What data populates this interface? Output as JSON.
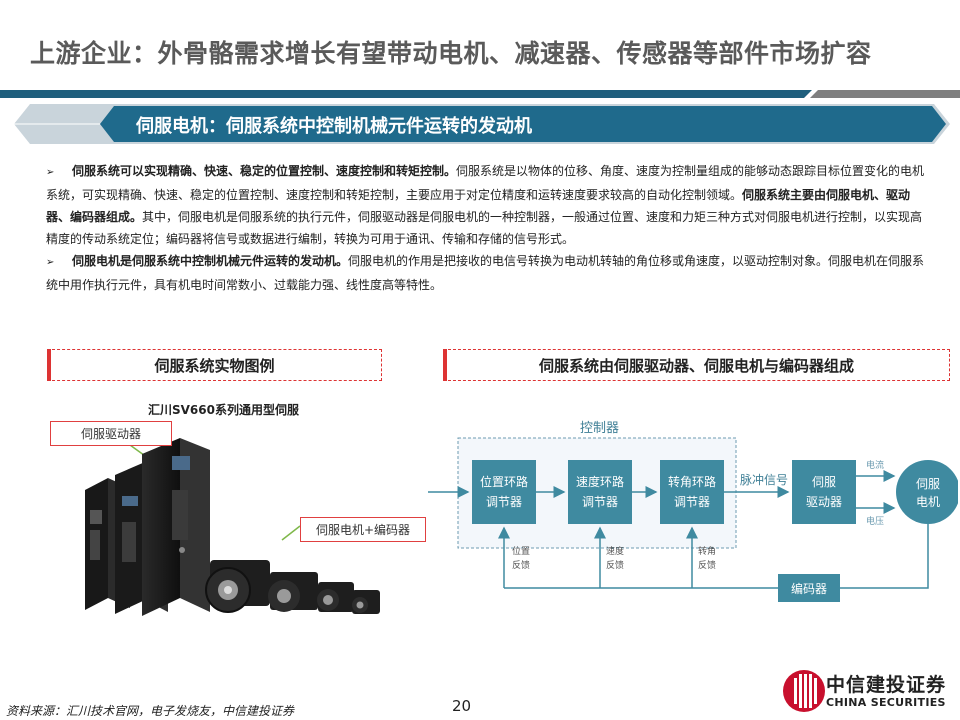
{
  "header": {
    "title": "上游企业：外骨骼需求增长有望带动电机、减速器、传感器等部件市场扩容",
    "banner": "伺服电机：伺服系统中控制机械元件运转的发动机"
  },
  "body": {
    "para1_bold": "伺服系统可以实现精确、快速、稳定的位置控制、速度控制和转矩控制。",
    "para1_text": "伺服系统是以物体的位移、角度、速度为控制量组成的能够动态跟踪目标位置变化的电机系统，可实现精确、快速、稳定的位置控制、速度控制和转矩控制，主要应用于对定位精度和运转速度要求较高的自动化控制领域。",
    "para1_bold2": "伺服系统主要由伺服电机、驱动器、编码器组成。",
    "para1_text2": "其中，伺服电机是伺服系统的执行元件，伺服驱动器是伺服电机的一种控制器，一般通过位置、速度和力矩三种方式对伺服电机进行控制，以实现高精度的传动系统定位；编码器将信号或数据进行编制，转换为可用于通讯、传输和存储的信号形式。",
    "para2_bold": "伺服电机是伺服系统中控制机械元件运转的发动机。",
    "para2_text": "伺服电机的作用是把接收的电信号转换为电动机转轴的角位移或角速度，以驱动控制对象。伺服电机在伺服系统中用作执行元件，具有机电时间常数小、过载能力强、线性度高等特性。"
  },
  "left_section": {
    "heading": "伺服系统实物图例",
    "caption": "汇川SV660系列通用型伺服",
    "callout_driver": "伺服驱动器",
    "callout_motor": "伺服电机+编码器"
  },
  "right_section": {
    "heading": "伺服系统由伺服驱动器、伺服电机与编码器组成",
    "diagram": {
      "controller_label": "控制器",
      "pos_loop": [
        "位置环路",
        "调节器"
      ],
      "speed_loop": [
        "速度环路",
        "调节器"
      ],
      "angle_loop": [
        "转角环路",
        "调节器"
      ],
      "pulse_signal": "脉冲信号",
      "servo_driver": [
        "伺服",
        "驱动器"
      ],
      "servo_motor": [
        "伺服",
        "电机"
      ],
      "current": "电流",
      "voltage": "电压",
      "encoder": "编码器",
      "pos_fb": [
        "位置",
        "反馈"
      ],
      "speed_fb": [
        "速度",
        "反馈"
      ],
      "angle_fb": [
        "转角",
        "反馈"
      ]
    }
  },
  "footer": {
    "source": "资料来源：汇川技术官网，电子发烧友，中信建投证券",
    "page": "20",
    "logo_cn": "中信建投证券",
    "logo_en": "CHINA SECURITIES"
  },
  "colors": {
    "banner": "#1f6a8c",
    "accent_red": "#d33333",
    "diagram_teal": "#3f8aa0",
    "diagram_fill": "#f3f7fb"
  }
}
